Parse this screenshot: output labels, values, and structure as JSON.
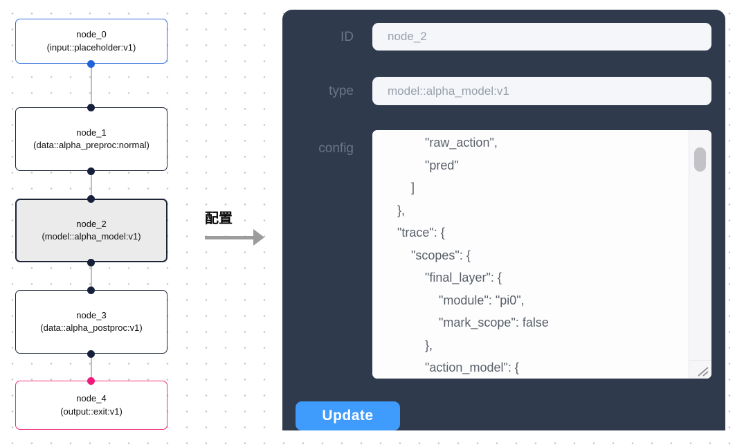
{
  "flow": {
    "nodes": [
      {
        "label": "node_0",
        "type_label": "(input::placeholder:v1)"
      },
      {
        "label": "node_1",
        "type_label": "(data::alpha_preproc:normal)"
      },
      {
        "label": "node_2",
        "type_label": "(model::alpha_model:v1)"
      },
      {
        "label": "node_3",
        "type_label": "(data::alpha_postproc:v1)"
      },
      {
        "label": "node_4",
        "type_label": "(output::exit:v1)"
      }
    ],
    "colors": {
      "input_node_border": "#2f6bd8",
      "output_node_border": "#ee2d7b",
      "default_node_border": "#1d2436",
      "selected_node_bg": "#ebebeb",
      "handle_dark": "#16203a",
      "handle_blue": "#1f63d6",
      "handle_pink": "#f0197c"
    }
  },
  "transition": {
    "label": "配置",
    "arrow_color": "#9c9c9c"
  },
  "panel": {
    "bg_color": "#2f3a4d",
    "accent_color": "#3f9bfc",
    "fields": [
      {
        "label": "ID",
        "value": "node_2"
      },
      {
        "label": "type",
        "value": "model::alpha_model:v1"
      }
    ],
    "config": {
      "label": "config",
      "text": "            \"raw_action\",\n            \"pred\"\n        ]\n    },\n    \"trace\": {\n        \"scopes\": {\n            \"final_layer\": {\n                \"module\": \"pi0\",\n                \"mark_scope\": false\n            },\n            \"action_model\": {"
    },
    "update_label": "Update"
  }
}
